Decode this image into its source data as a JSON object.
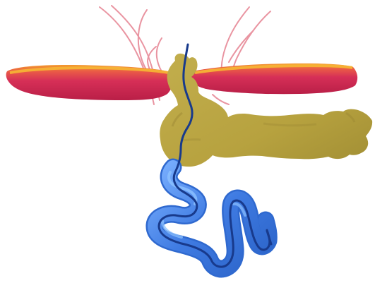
{
  "colors": {
    "background": "#ffffff",
    "wing_red": "#d62f57",
    "wing_red_dark": "#b91f47",
    "wing_orange": "#f39b2d",
    "body_olive": "#b7a23f",
    "body_olive_dark": "#9b8833",
    "thread_pink": "#e88f9c",
    "blue_tube": "#3f7be2",
    "blue_tube_light": "#6fa5ff",
    "navy_wire": "#183a8c"
  },
  "parts": {
    "left_wing": "left-wing",
    "right_wing": "right-wing",
    "body": "olive-body",
    "tube": "blue-tube",
    "wire": "navy-wire",
    "threads": "pink-threads"
  }
}
